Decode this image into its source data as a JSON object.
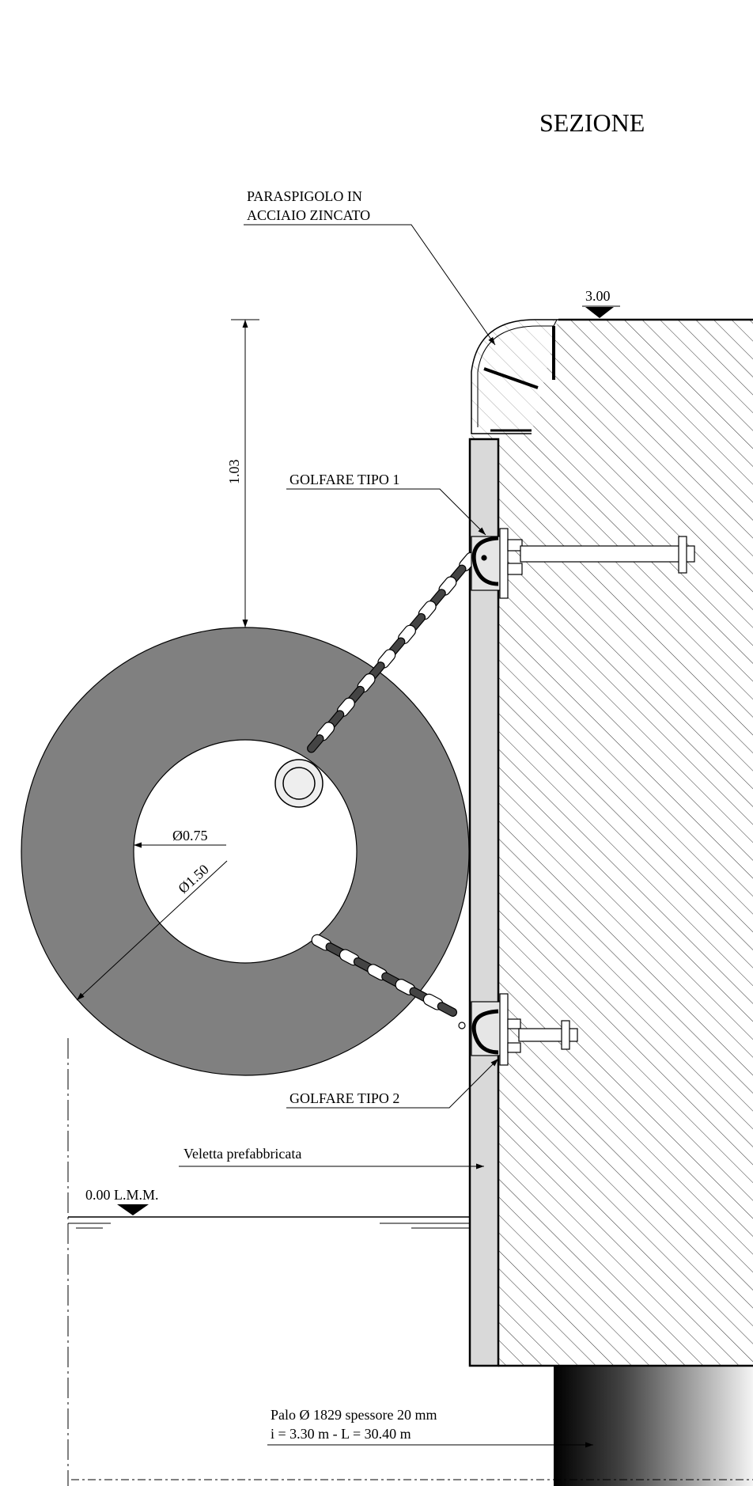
{
  "title": "SEZIONE",
  "labels": {
    "paraspigolo_line1": "PARASPIGOLO IN",
    "paraspigolo_line2": "ACCIAIO ZINCATO",
    "golfare1": "GOLFARE TIPO 1",
    "golfare2": "GOLFARE TIPO 2",
    "veletta": "Veletta prefabbricata",
    "palo_line1": "Palo Ø 1829 spessore 20 mm",
    "palo_line2": "i = 3.30 m - L = 30.40 m"
  },
  "levels": {
    "top": "3.00",
    "water": "0.00 L.M.M."
  },
  "dimensions": {
    "height": "1.03",
    "inner_diameter": "Ø0.75",
    "outer_diameter": "Ø1.50"
  },
  "colors": {
    "fender": "#808080",
    "panel": "#d9d9d9",
    "line": "#000000"
  }
}
